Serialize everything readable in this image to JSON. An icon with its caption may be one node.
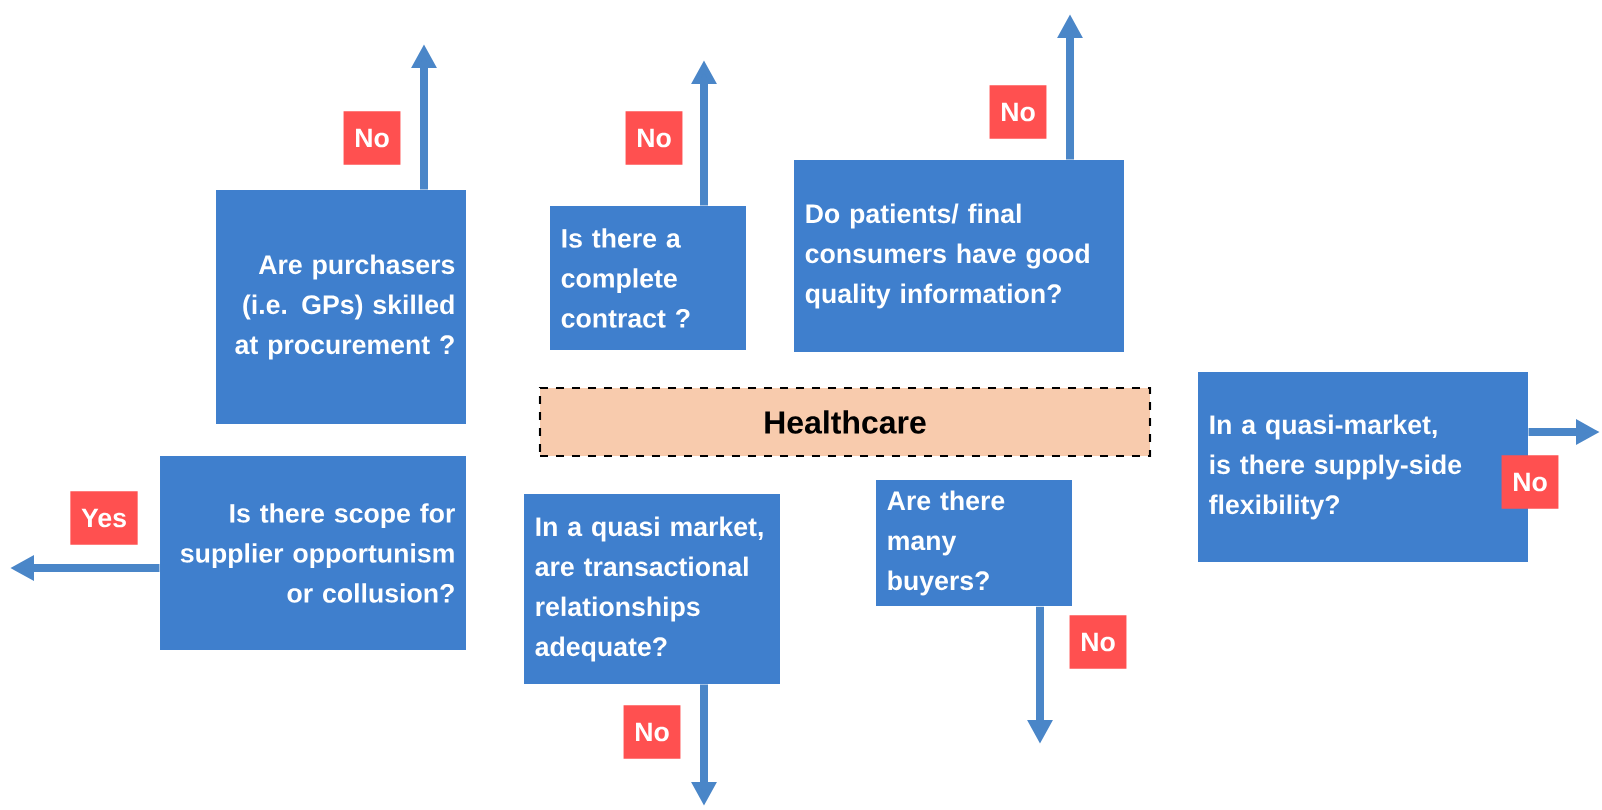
{
  "diagram": {
    "nodes": [
      {
        "text": [
          "Are purchasers (i.e. GPs) skilled at procurement ?"
        ]
      },
      {
        "text": [
          "Is there a complete contract ?"
        ]
      },
      {
        "text": [
          "Do patients/ final consumers have good quality information?"
        ]
      },
      {
        "text": [
          "Healthcare"
        ]
      },
      {
        "text": [
          "In a quasi-market, is there supply-side flexibility?"
        ]
      },
      {
        "text": [
          "Is there scope for supplier opportunism or collusion?"
        ]
      },
      {
        "text": [
          "In a quasi market, are transactional relationships adequate?"
        ]
      },
      {
        "text": [
          "Are there many buyers?"
        ]
      }
    ],
    "edges": [
      {
        "from": 0,
        "to": null,
        "arrow": "to",
        "label": "No"
      },
      {
        "from": 1,
        "to": null,
        "arrow": "to",
        "label": "No"
      },
      {
        "from": 2,
        "to": null,
        "arrow": "to",
        "label": "No"
      },
      {
        "from": 4,
        "to": null,
        "arrow": "to",
        "label": "No"
      },
      {
        "from": 5,
        "to": null,
        "arrow": "to",
        "label": "Yes"
      },
      {
        "from": 6,
        "to": null,
        "arrow": "to",
        "label": "No"
      },
      {
        "from": 7,
        "to": null,
        "arrow": "to",
        "label": "No"
      }
    ]
  }
}
